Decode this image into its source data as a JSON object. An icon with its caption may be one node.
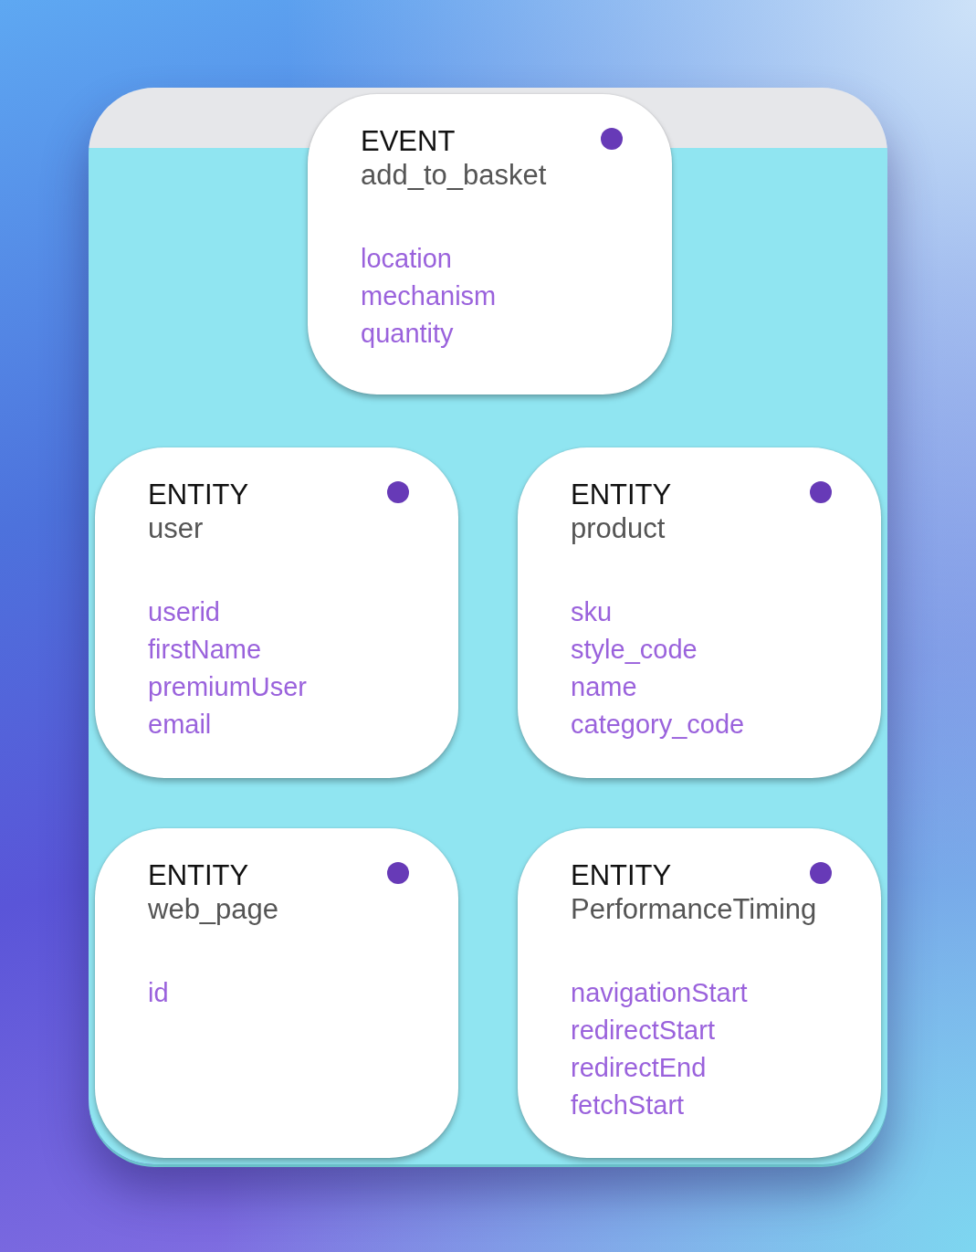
{
  "diagram": {
    "nodes": [
      {
        "text": [
          "EVENT",
          "add_to_basket",
          "location",
          "mechanism",
          "quantity"
        ]
      },
      {
        "text": [
          "ENTITY",
          "user",
          "userid",
          "firstName",
          "premiumUser",
          "email"
        ]
      },
      {
        "text": [
          "ENTITY",
          "product",
          "sku",
          "style_code",
          "name",
          "category_code"
        ]
      },
      {
        "text": [
          "ENTITY",
          "web_page",
          "id"
        ]
      },
      {
        "text": [
          "ENTITY",
          "PerformanceTiming",
          "navigationStart",
          "redirectStart",
          "redirectEnd",
          "fetchStart"
        ]
      }
    ]
  }
}
